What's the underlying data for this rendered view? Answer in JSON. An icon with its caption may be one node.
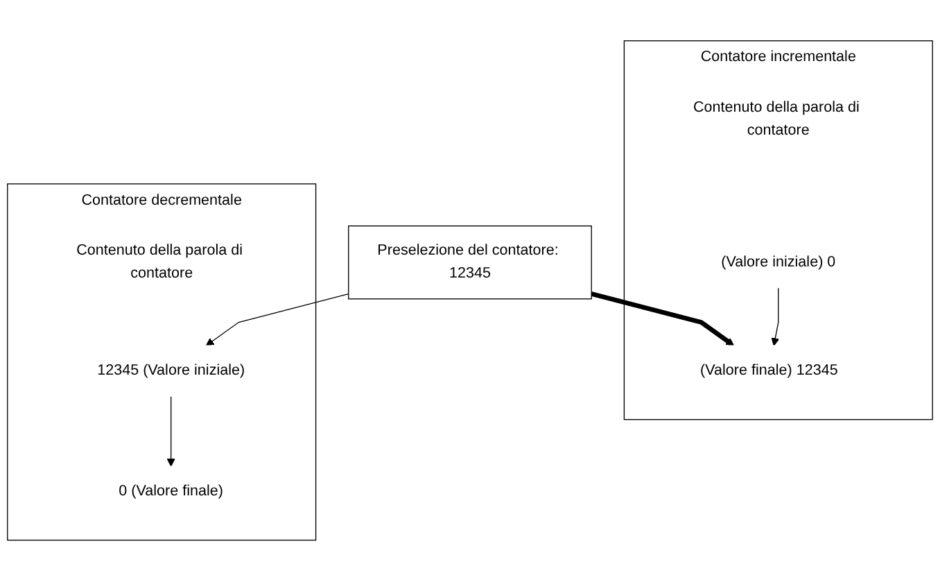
{
  "diagram": {
    "nodes": [
      {
        "text": [
          "Preselezione del contatore: 12345"
        ]
      },
      {
        "text": [
          "Contatore incrementale",
          "Contenuto della parola di contatore"
        ]
      },
      {
        "text": [
          "(Valore iniziale)  0"
        ],
        "in": 1
      },
      {
        "text": [
          "(Valore finale) 12345"
        ],
        "in": 1
      },
      {
        "text": [
          "Contatore decrementale",
          "Contenuto della parola di contatore"
        ]
      },
      {
        "text": [
          "12345 (Valore iniziale)"
        ],
        "in": 4
      },
      {
        "text": [
          "0 (Valore finale)"
        ],
        "in": 4
      }
    ],
    "edges": [
      {
        "from": 0,
        "to": 3,
        "arrow": "to",
        "style": "thick"
      },
      {
        "from": 0,
        "to": 5,
        "arrow": "to"
      },
      {
        "from": 2,
        "to": 3,
        "arrow": "to"
      },
      {
        "from": 5,
        "to": 6,
        "arrow": "to"
      }
    ]
  }
}
